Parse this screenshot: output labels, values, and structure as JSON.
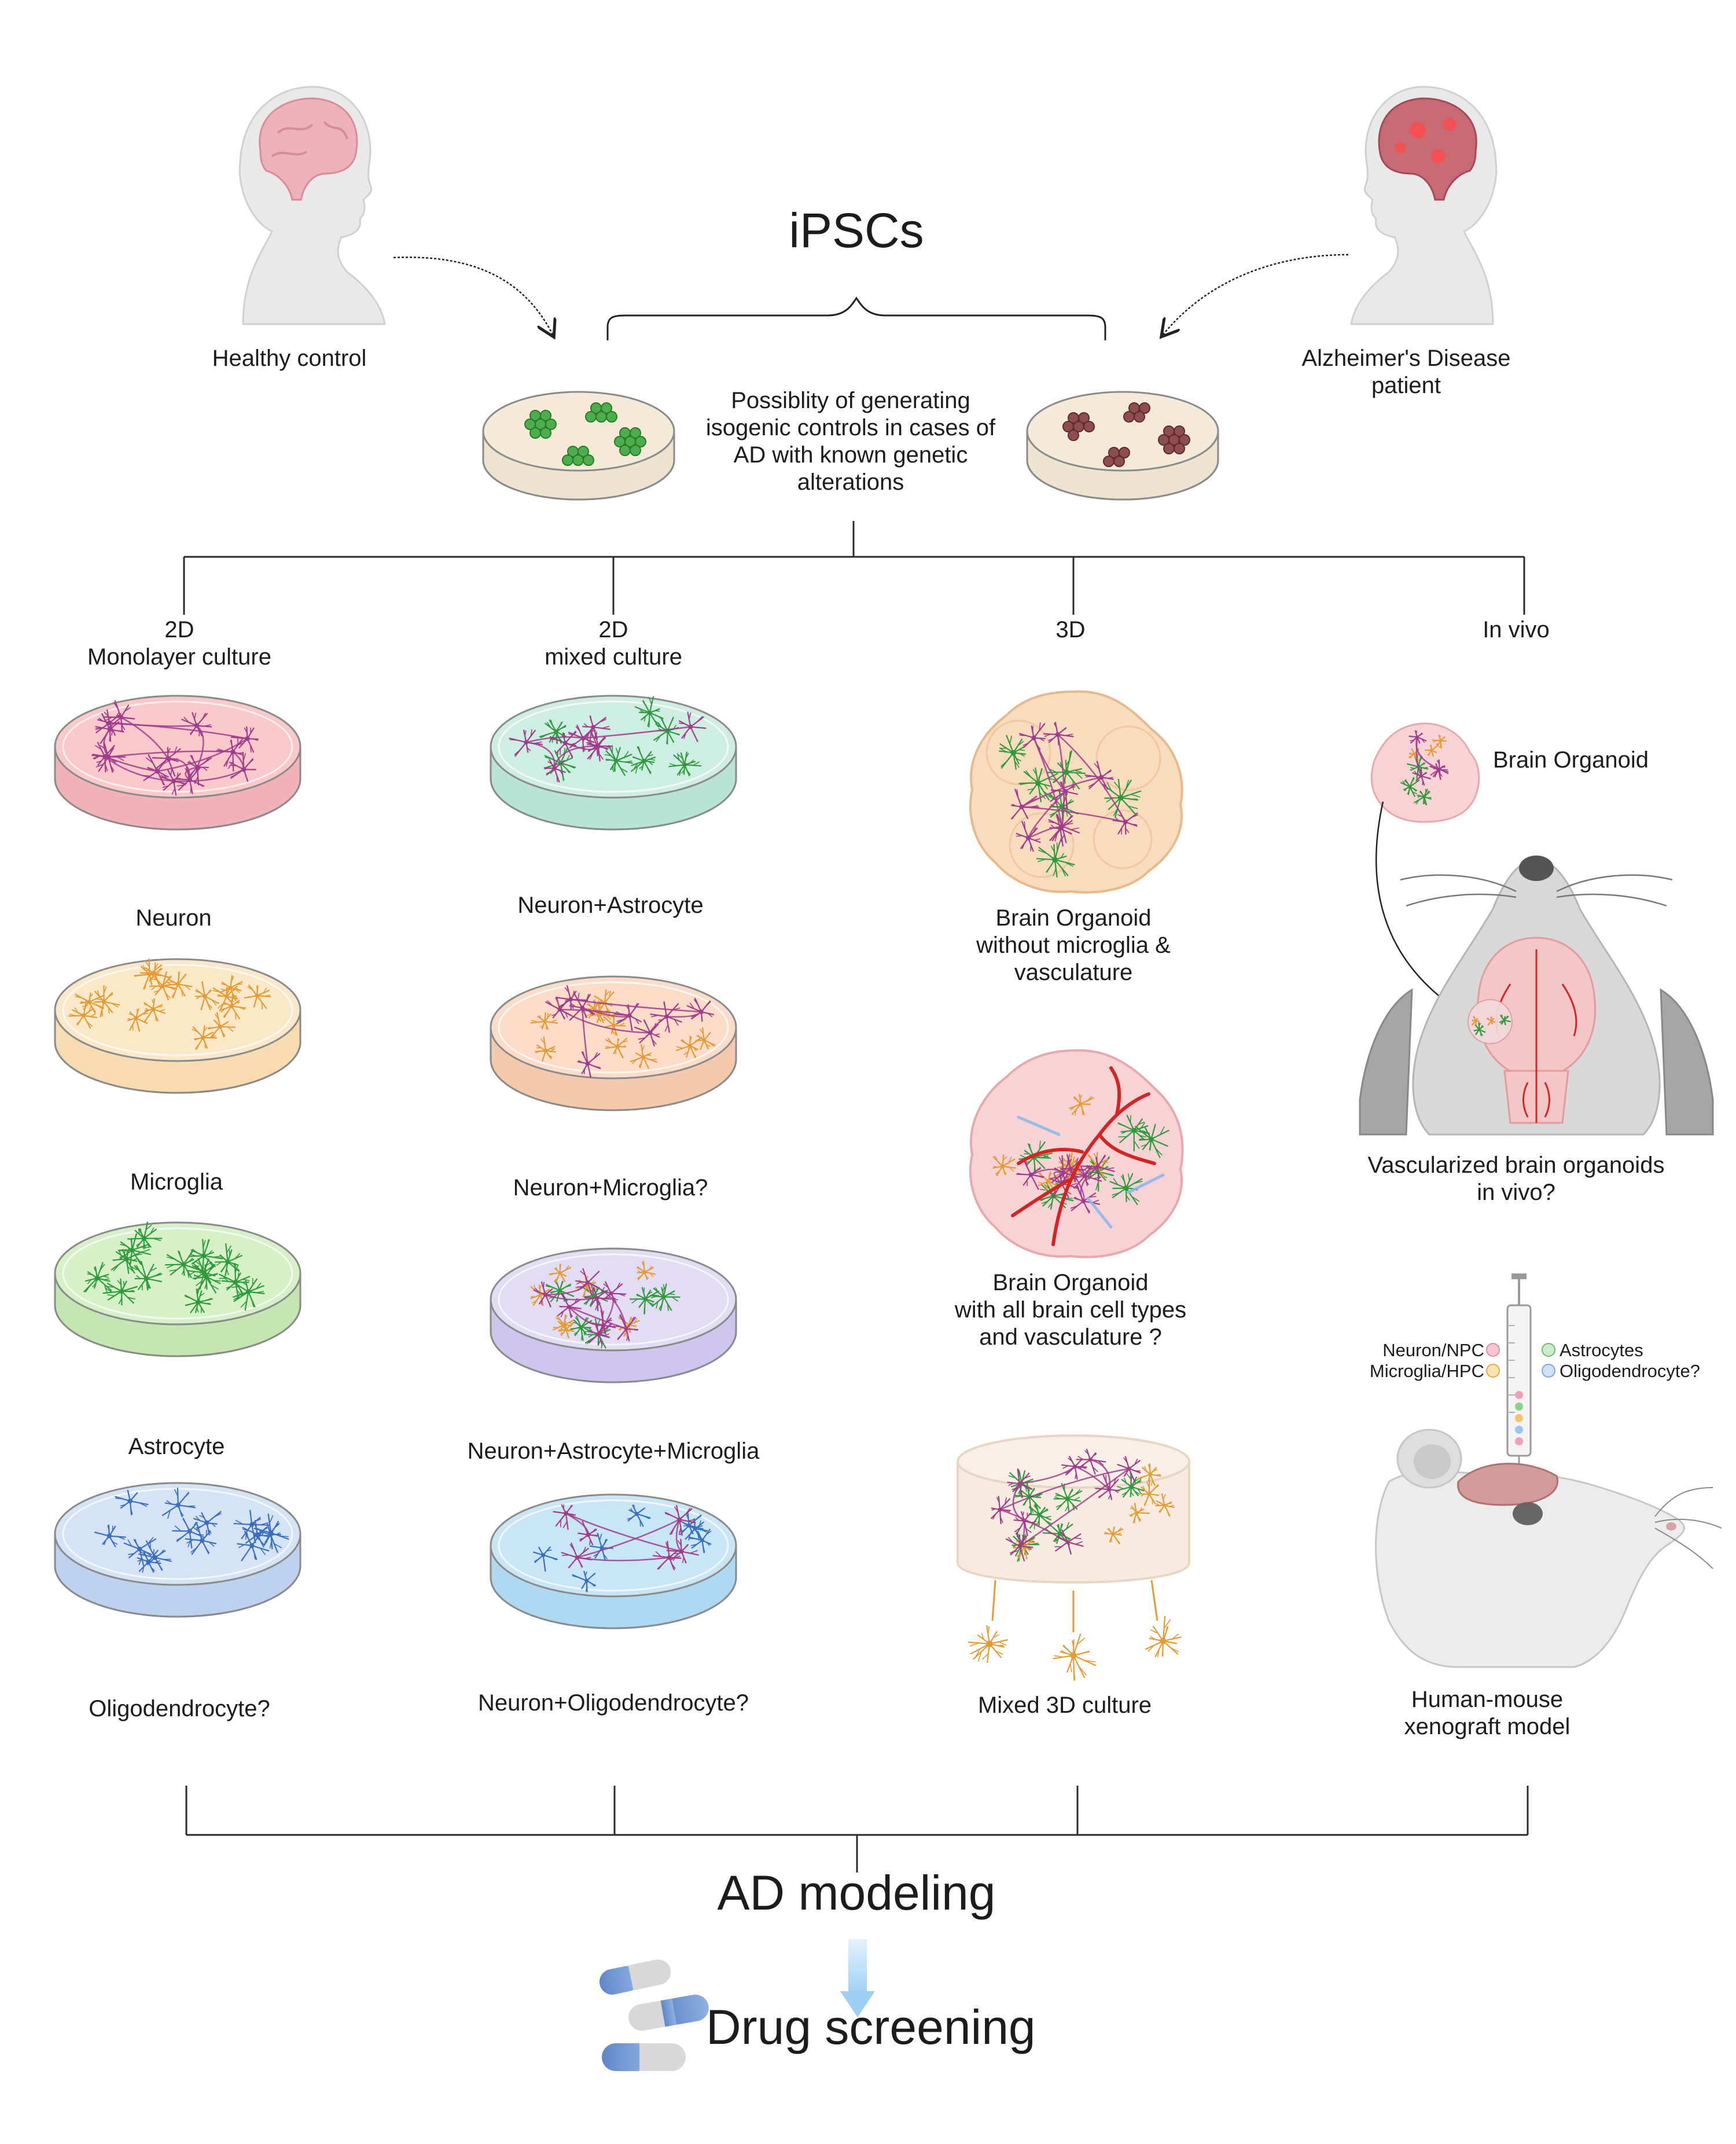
{
  "top": {
    "title": "iPSCs",
    "healthy_label": "Healthy control",
    "patient_label": "Alzheimer's Disease\npatient",
    "isogenic_note": "Possiblity of generating\nisogenic controls in cases of\nAD with known genetic\nalterations"
  },
  "branches": {
    "monolayer": "2D\nMonolayer culture",
    "mixed2d": "2D\nmixed culture",
    "threeD": "3D",
    "invivo": "In vivo"
  },
  "monolayer_items": [
    "Neuron",
    "Microglia",
    "Astrocyte",
    "Oligodendrocyte?"
  ],
  "mixed_items": [
    "Neuron+Astrocyte",
    "Neuron+Microglia?",
    "Neuron+Astrocyte+Microglia",
    "Neuron+Oligodendrocyte?"
  ],
  "threeD_items": [
    "Brain Organoid\nwithout microglia &\nvasculature",
    "Brain Organoid\nwith all brain cell types\nand vasculature ?",
    "Mixed 3D culture"
  ],
  "invivo_items": {
    "organoid": "Brain Organoid",
    "vascularized": "Vascularized brain organoids\nin vivo?",
    "xenograft": "Human-mouse\nxenograft model"
  },
  "injection_legend": [
    "Neuron/NPC",
    "Microglia/HPC",
    "Astrocytes",
    "Oligodendrocyte?"
  ],
  "bottom": {
    "modeling": "AD modeling",
    "screening": "Drug screening"
  },
  "colors": {
    "line": "#2b2b2b",
    "neuron": "#a23b8c",
    "astrocyte": "#2f9a3c",
    "microglia": "#e59a33",
    "oligodendrocyte": "#3a6fc0",
    "vessel": "#d42424",
    "arrow": "#a9d6f5"
  }
}
